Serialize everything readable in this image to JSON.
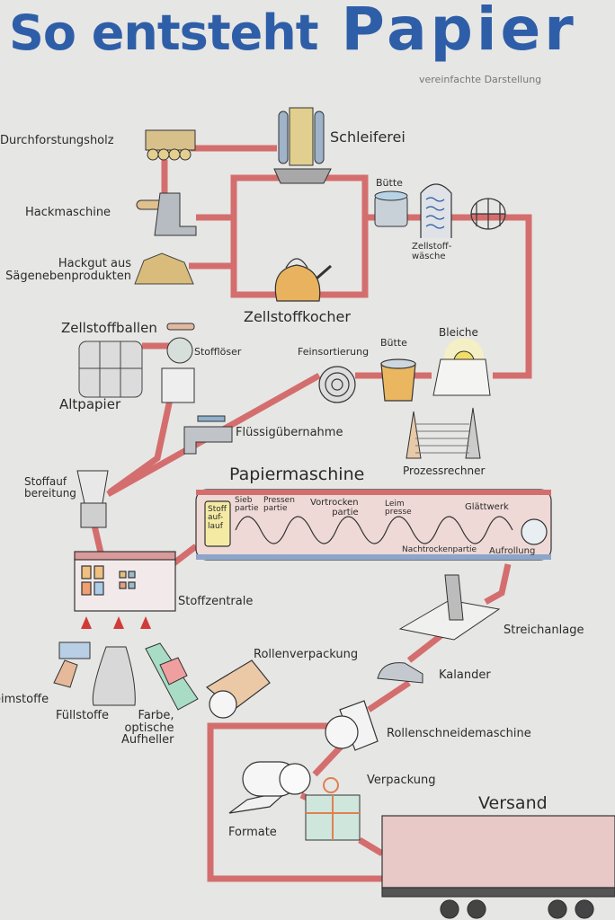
{
  "title": {
    "prefix": "So entsteht",
    "main": "Papier",
    "subtitle": "vereinfachte Darstellung"
  },
  "colors": {
    "background": "#e6e6e4",
    "title_blue": "#2f5ea8",
    "pipe_red": "#cf6a6a",
    "text": "#2b2b2b"
  },
  "stations": {
    "durchforstungsholz": "Durchforstungsholz",
    "schleiferei": "Schleiferei",
    "hackmaschine": "Hackmaschine",
    "hackgut": "Hackgut aus\nSägenebenprodukten",
    "butte1": "Bütte",
    "zellstoffwasche": "Zellstoff-\nwäsche",
    "zellstoffkocher": "Zellstoffkocher",
    "zellstoffballen": "Zellstoffballen",
    "stoffloser": "Stofflöser",
    "altpapier": "Altpapier",
    "feinsortierung": "Feinsortierung",
    "butte2": "Bütte",
    "bleiche": "Bleiche",
    "flussigubernahme": "Flüssigübernahme",
    "prozessrechner": "Prozessrechner",
    "stoffaufbereitung": "Stoffauf\nbereitung",
    "papiermaschine": "Papiermaschine",
    "stoffzentrale": "Stoffzentrale",
    "leimstoffe": "Leimstoffe",
    "fullstoffe": "Füllstoffe",
    "farbe": "Farbe,\noptische\nAufheller",
    "rollenverpackung": "Rollenverpackung",
    "streichanlage": "Streichanlage",
    "kalander": "Kalander",
    "rollenschneidemaschine": "Rollenschneidemaschine",
    "verpackung": "Verpackung",
    "formate": "Formate",
    "versand": "Versand"
  },
  "papiermaschine_sections": {
    "stoffauflauf": "Stoff\nauf-\nlauf",
    "siebpartie": "Sieb\npartie",
    "pressenpartie": "Pressen\npartie",
    "vortrockenpartie": "Vortrocken\npartie",
    "leimpresse": "Leim\npresse",
    "glattwerk": "Glättwerk",
    "nachtrockenpartie": "Nachtrockenpartie",
    "aufrollung": "Aufrollung"
  }
}
